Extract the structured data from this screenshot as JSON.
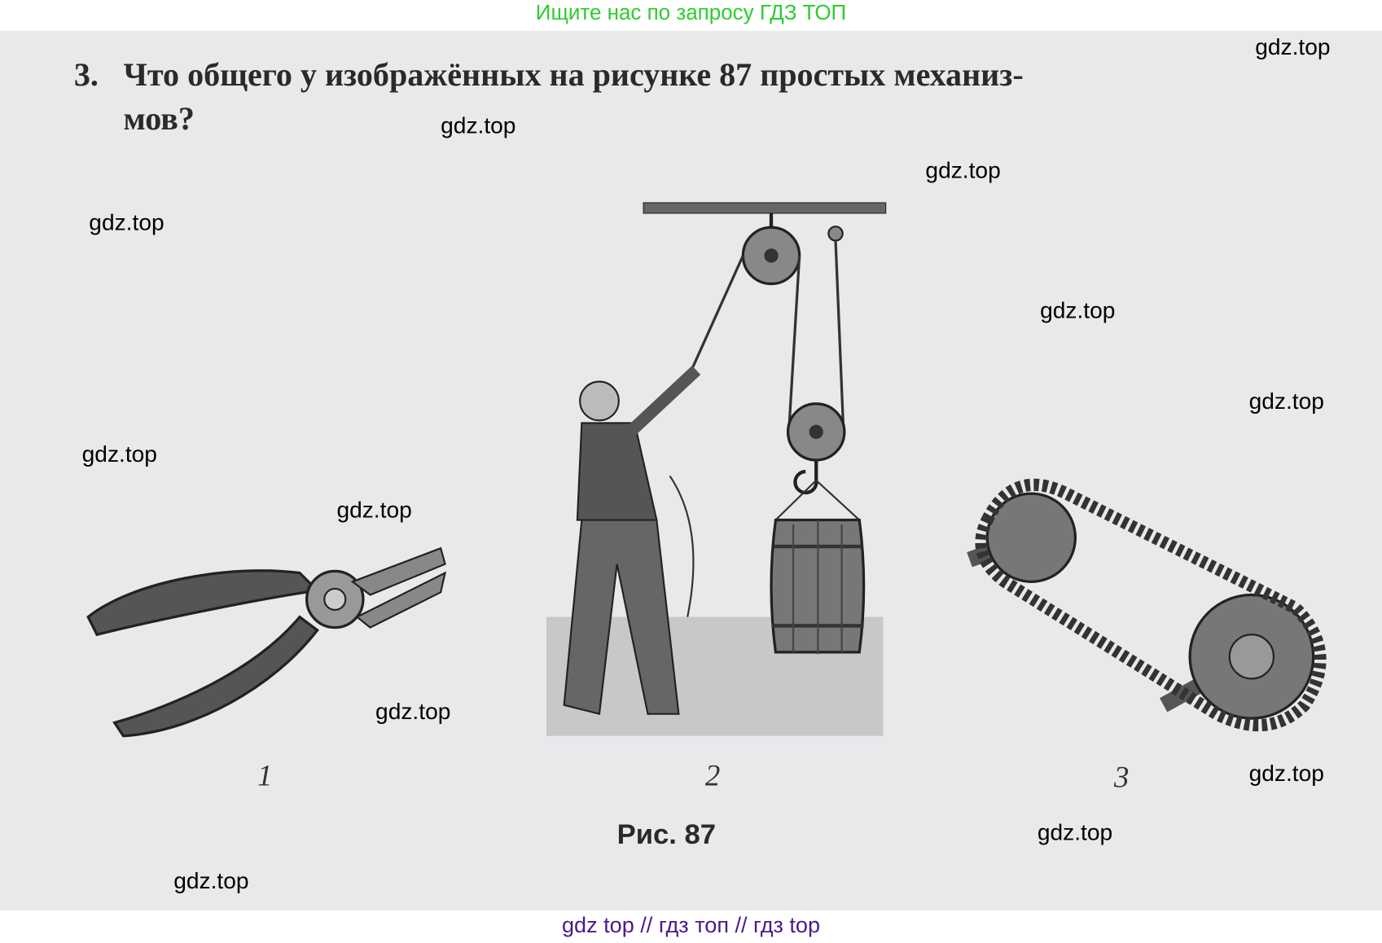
{
  "banner": {
    "text": "Ищите нас по запросу ГДЗ ТОП"
  },
  "question": {
    "number": "3.",
    "line1": "Что общего у изображённых на рисунке 87 простых механиз-",
    "line2": "мов?"
  },
  "figure": {
    "labels": [
      "1",
      "2",
      "3"
    ],
    "caption": "Рис. 87",
    "items": [
      "pliers",
      "pulley-block-with-barrel",
      "chain-drive"
    ]
  },
  "watermarks": [
    "gdz.top",
    "gdz.top",
    "gdz.top",
    "gdz.top",
    "gdz.top",
    "gdz.top",
    "gdz.top",
    "gdz.top",
    "gdz.top",
    "gdz.top",
    "gdz.top",
    "gdz.top"
  ],
  "footer": {
    "text": "gdz top  //  гдз топ  //  гдз top"
  },
  "colors": {
    "banner": "#2ecc2e",
    "footer": "#4b1a8c",
    "page": "#e9e9ec"
  }
}
